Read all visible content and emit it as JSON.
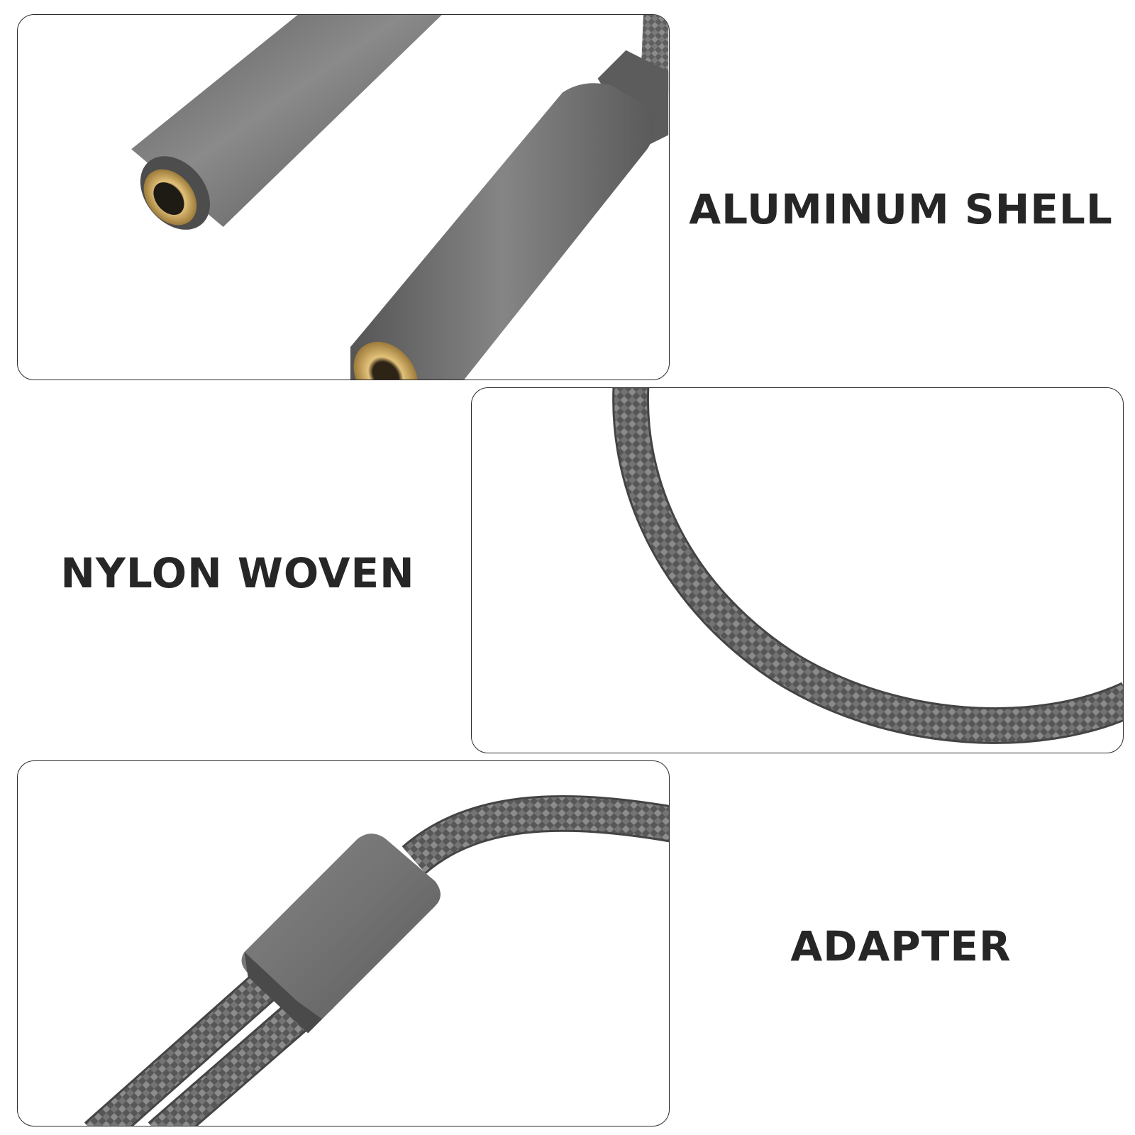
{
  "features": [
    {
      "caption": "ALUMINUM SHELL",
      "image_subject": "aluminum-jack-housings"
    },
    {
      "caption": "NYLON WOVEN",
      "image_subject": "braided-cable"
    },
    {
      "caption": "ADAPTER",
      "image_subject": "y-splitter-adapter"
    }
  ],
  "colors": {
    "background": "#ffffff",
    "panel_border": "#2a2a2a",
    "caption_text": "#262626",
    "aluminum": "#6a6a6a",
    "braid": "#6e6e6e",
    "gold_contact": "#c9a257"
  }
}
